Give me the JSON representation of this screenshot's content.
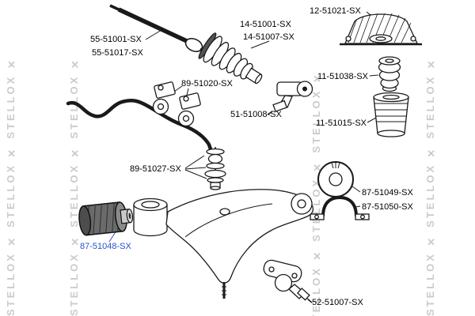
{
  "watermark": {
    "text": "STELLOX",
    "column_text": "STELLOX ✕ STELLOX ✕ STELLOX ✕",
    "color": "#cbcbcb"
  },
  "colors": {
    "line": "#1a1a1a",
    "label": "#000000",
    "highlight": "#2a52cc",
    "background": "#ffffff"
  },
  "diagram": {
    "labels": [
      {
        "part": "tie-rod",
        "text": "55-51001-SX"
      },
      {
        "part": "tie-rod-alt",
        "text": "55-51017-SX"
      },
      {
        "part": "steering-boot",
        "text": "14-51001-SX"
      },
      {
        "part": "steering-boot-alt",
        "text": "14-51007-SX"
      },
      {
        "part": "strut-mount",
        "text": "12-51021-SX"
      },
      {
        "part": "stabilizer-bushing-kit",
        "text": "89-51020-SX"
      },
      {
        "part": "tie-rod-end",
        "text": "51-51008-SX"
      },
      {
        "part": "bump-stop",
        "text": "11-51038-SX"
      },
      {
        "part": "strut-dust-boot",
        "text": "11-51015-SX"
      },
      {
        "part": "stabilizer-link-kit",
        "text": "89-51027-SX"
      },
      {
        "part": "stabilizer-bushing",
        "text": "87-51049-SX"
      },
      {
        "part": "stabilizer-bracket",
        "text": "87-51050-SX"
      },
      {
        "part": "control-arm-bushing",
        "text": "87-51048-SX",
        "highlight": true
      },
      {
        "part": "ball-joint",
        "text": "52-51007-SX"
      }
    ]
  }
}
